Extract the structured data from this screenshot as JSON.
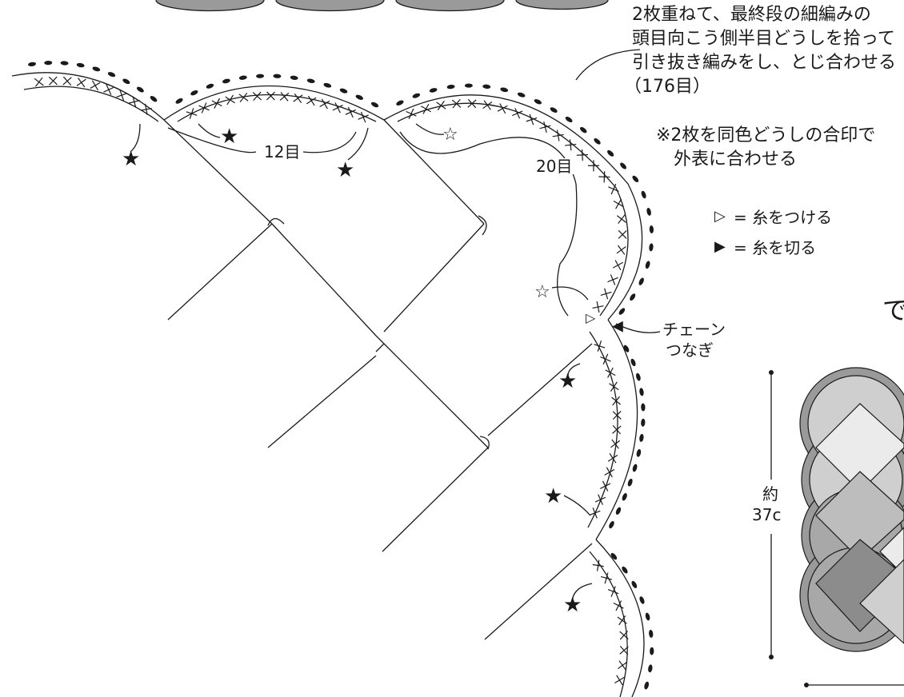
{
  "notes": {
    "join_lines": [
      "2枚重ねて、最終段の細編みの",
      "頭目向こう側半目どうしを拾って",
      "引き抜き編みをし、とじ合わせる",
      "（176目）"
    ],
    "align_lines": [
      "※2枚を同色どうしの合印で",
      "外表に合わせる"
    ]
  },
  "legend": {
    "attach_symbol": "▷",
    "attach_text": "= 糸をつける",
    "cut_symbol": "▶",
    "cut_text": "= 糸を切る"
  },
  "labels": {
    "stitch_12": "12目",
    "stitch_20": "20目",
    "chain_join_1": "チェーン",
    "chain_join_2": "つなぎ",
    "size_1": "約",
    "size_2": "37c",
    "cut_heading": "で"
  },
  "marks": {
    "filled_star": "★",
    "open_star": "☆"
  },
  "colors": {
    "line": "#1a1a1a",
    "fill_light": "#ebebeb",
    "fill_mid": "#cfcfcf",
    "fill_dark": "#a8a8a8",
    "fill_darker": "#8c8c8c"
  }
}
